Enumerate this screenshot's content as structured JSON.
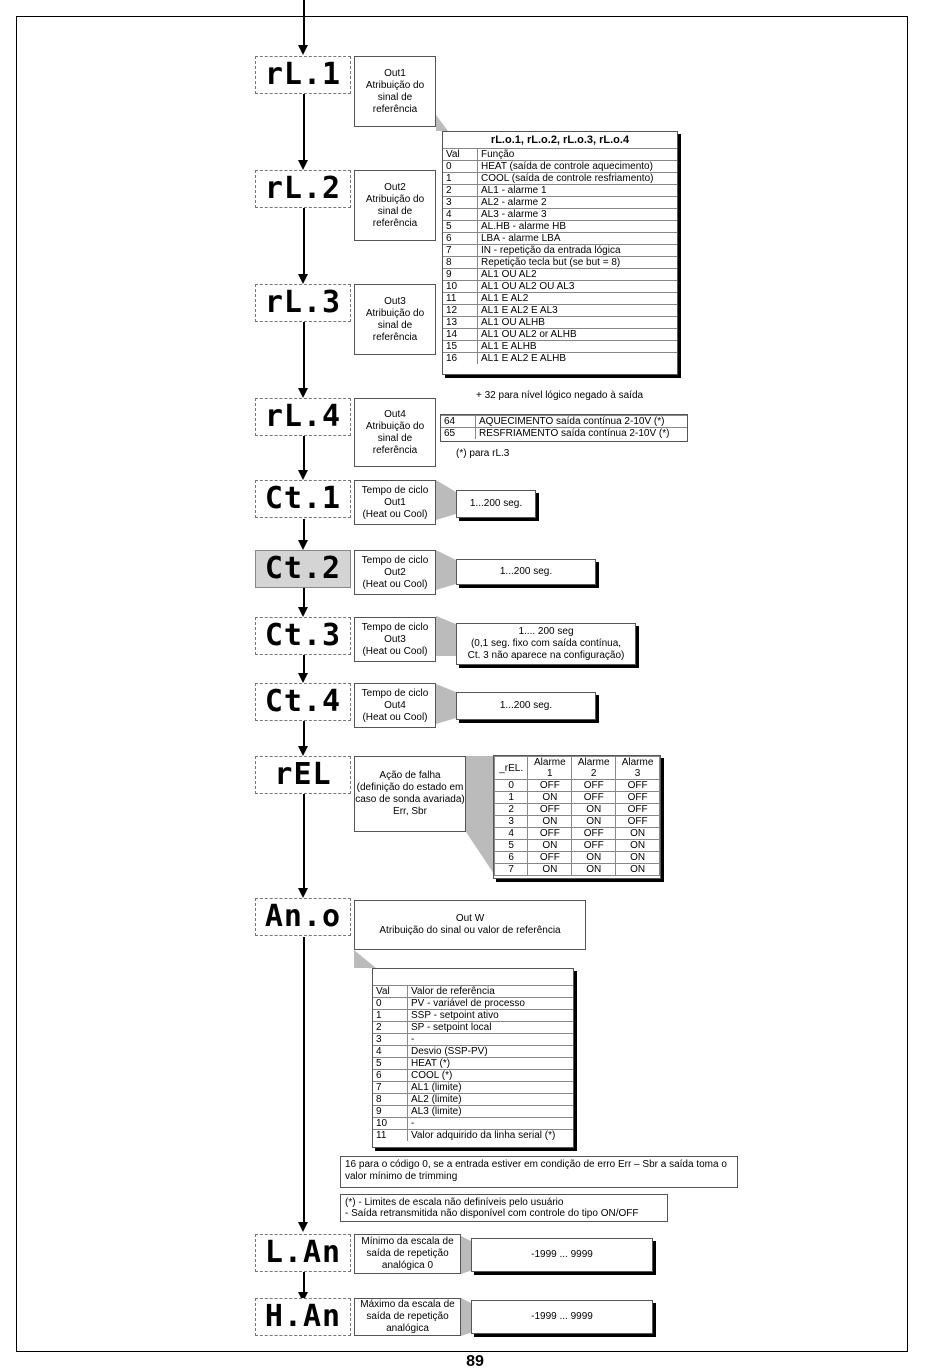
{
  "displays": [
    {
      "code": "rL.1",
      "label": "Out1\nAtribuição do\nsinal de\nreferência"
    },
    {
      "code": "rL.2",
      "label": "Out2\nAtribuição do\nsinal de\nreferência"
    },
    {
      "code": "rL.3",
      "label": "Out3\nAtribuição do\nsinal de\nreferência"
    },
    {
      "code": "rL.4",
      "label": "Out4\nAtribuição do\nsinal de\nreferência"
    },
    {
      "code": "Ct.1",
      "label": "Tempo de ciclo\nOut1\n(Heat ou Cool)",
      "value": "1...200 seg."
    },
    {
      "code": "Ct.2",
      "label": "Tempo de ciclo\nOut2\n(Heat ou Cool)",
      "value": "1...200 seg."
    },
    {
      "code": "Ct.3",
      "label": "Tempo de ciclo\nOut3\n(Heat ou Cool)",
      "value": "1.... 200 seg\n(0,1 seg. fixo com saída contínua,\nCt. 3 não aparece na configuração)"
    },
    {
      "code": "Ct.4",
      "label": "Tempo de ciclo\nOut4\n(Heat ou Cool)",
      "value": "1...200 seg."
    },
    {
      "code": "rEL",
      "label": "Ação de falha\n(definição do estado em\ncaso de sonda avariada)\nErr, Sbr"
    },
    {
      "code": "An.o",
      "label": "Out W\nAtribuição do sinal ou valor de referência"
    },
    {
      "code": "L.An",
      "label": "Mínimo da escala de\nsaída de repetição\nanalógica 0",
      "value": "-1999 ... 9999"
    },
    {
      "code": "H.An",
      "label": "Máximo da escala de\nsaída de repetição\nanalógica",
      "value": "-1999 ... 9999"
    }
  ],
  "rlo_table": {
    "title": "rL.o.1, rL.o.2, rL.o.3, rL.o.4",
    "header": [
      "Val",
      "Função"
    ],
    "rows": [
      [
        "0",
        "HEAT (saída de controle aquecimento)"
      ],
      [
        "1",
        "COOL (saída de controle resfriamento)"
      ],
      [
        "2",
        "AL1 - alarme 1"
      ],
      [
        "3",
        "AL2 - alarme 2"
      ],
      [
        "4",
        "AL3 - alarme 3"
      ],
      [
        "5",
        "AL.HB - alarme HB"
      ],
      [
        "6",
        "LBA - alarme LBA"
      ],
      [
        "7",
        "IN - repetição da entrada lógica"
      ],
      [
        "8",
        "Repetição tecla but (se but = 8)"
      ],
      [
        "9",
        "AL1 OU AL2"
      ],
      [
        "10",
        "AL1 OU AL2 OU AL3"
      ],
      [
        "11",
        "AL1 E AL2"
      ],
      [
        "12",
        "AL1 E AL2 E AL3"
      ],
      [
        "13",
        "AL1 OU ALHB"
      ],
      [
        "14",
        "AL1 OU AL2 or ALHB"
      ],
      [
        "15",
        "AL1 E ALHB"
      ],
      [
        "16",
        "AL1 E AL2 E ALHB"
      ]
    ],
    "note_plus32": "+ 32 para nível lógico negado à saída",
    "extra_rows": [
      [
        "64",
        "AQUECIMENTO saída contínua  2-10V (*)"
      ],
      [
        "65",
        "RESFRIAMENTO saída contínua 2-10V (*)"
      ]
    ],
    "note_rl3": "(*) para  rL.3"
  },
  "rel_table": {
    "header": [
      "_rEL.",
      "Alarme\n1",
      "Alarme\n2",
      "Alarme\n3"
    ],
    "rows": [
      [
        "0",
        "OFF",
        "OFF",
        "OFF"
      ],
      [
        "1",
        "ON",
        "OFF",
        "OFF"
      ],
      [
        "2",
        "OFF",
        "ON",
        "OFF"
      ],
      [
        "3",
        "ON",
        "ON",
        "OFF"
      ],
      [
        "4",
        "OFF",
        "OFF",
        "ON"
      ],
      [
        "5",
        "ON",
        "OFF",
        "ON"
      ],
      [
        "6",
        "OFF",
        "ON",
        "ON"
      ],
      [
        "7",
        "ON",
        "ON",
        "ON"
      ]
    ]
  },
  "ano_table": {
    "header": [
      "Val",
      "Valor de referência"
    ],
    "rows": [
      [
        "0",
        "PV - variável de processo"
      ],
      [
        "1",
        "SSP - setpoint ativo"
      ],
      [
        "2",
        "SP - setpoint local"
      ],
      [
        "3",
        "-"
      ],
      [
        "4",
        "Desvio (SSP-PV)"
      ],
      [
        "5",
        "HEAT                    (*)"
      ],
      [
        "6",
        "COOL                   (*)"
      ],
      [
        "7",
        "AL1 (limite)"
      ],
      [
        "8",
        "AL2 (limite)"
      ],
      [
        "9",
        "AL3 (limite)"
      ],
      [
        "10",
        "-"
      ],
      [
        "11",
        "Valor adquirido da linha serial (*)"
      ]
    ],
    "note16": "16 para o código 0, se a entrada estiver em condição de erro Err – Sbr a saída toma o\nvalor mínimo de trimming",
    "note_star": "(*)  - Limites de escala não definíveis pelo usuário\n     - Saída retransmitida não disponível com controle do tipo ON/OFF"
  },
  "page_number": "89"
}
